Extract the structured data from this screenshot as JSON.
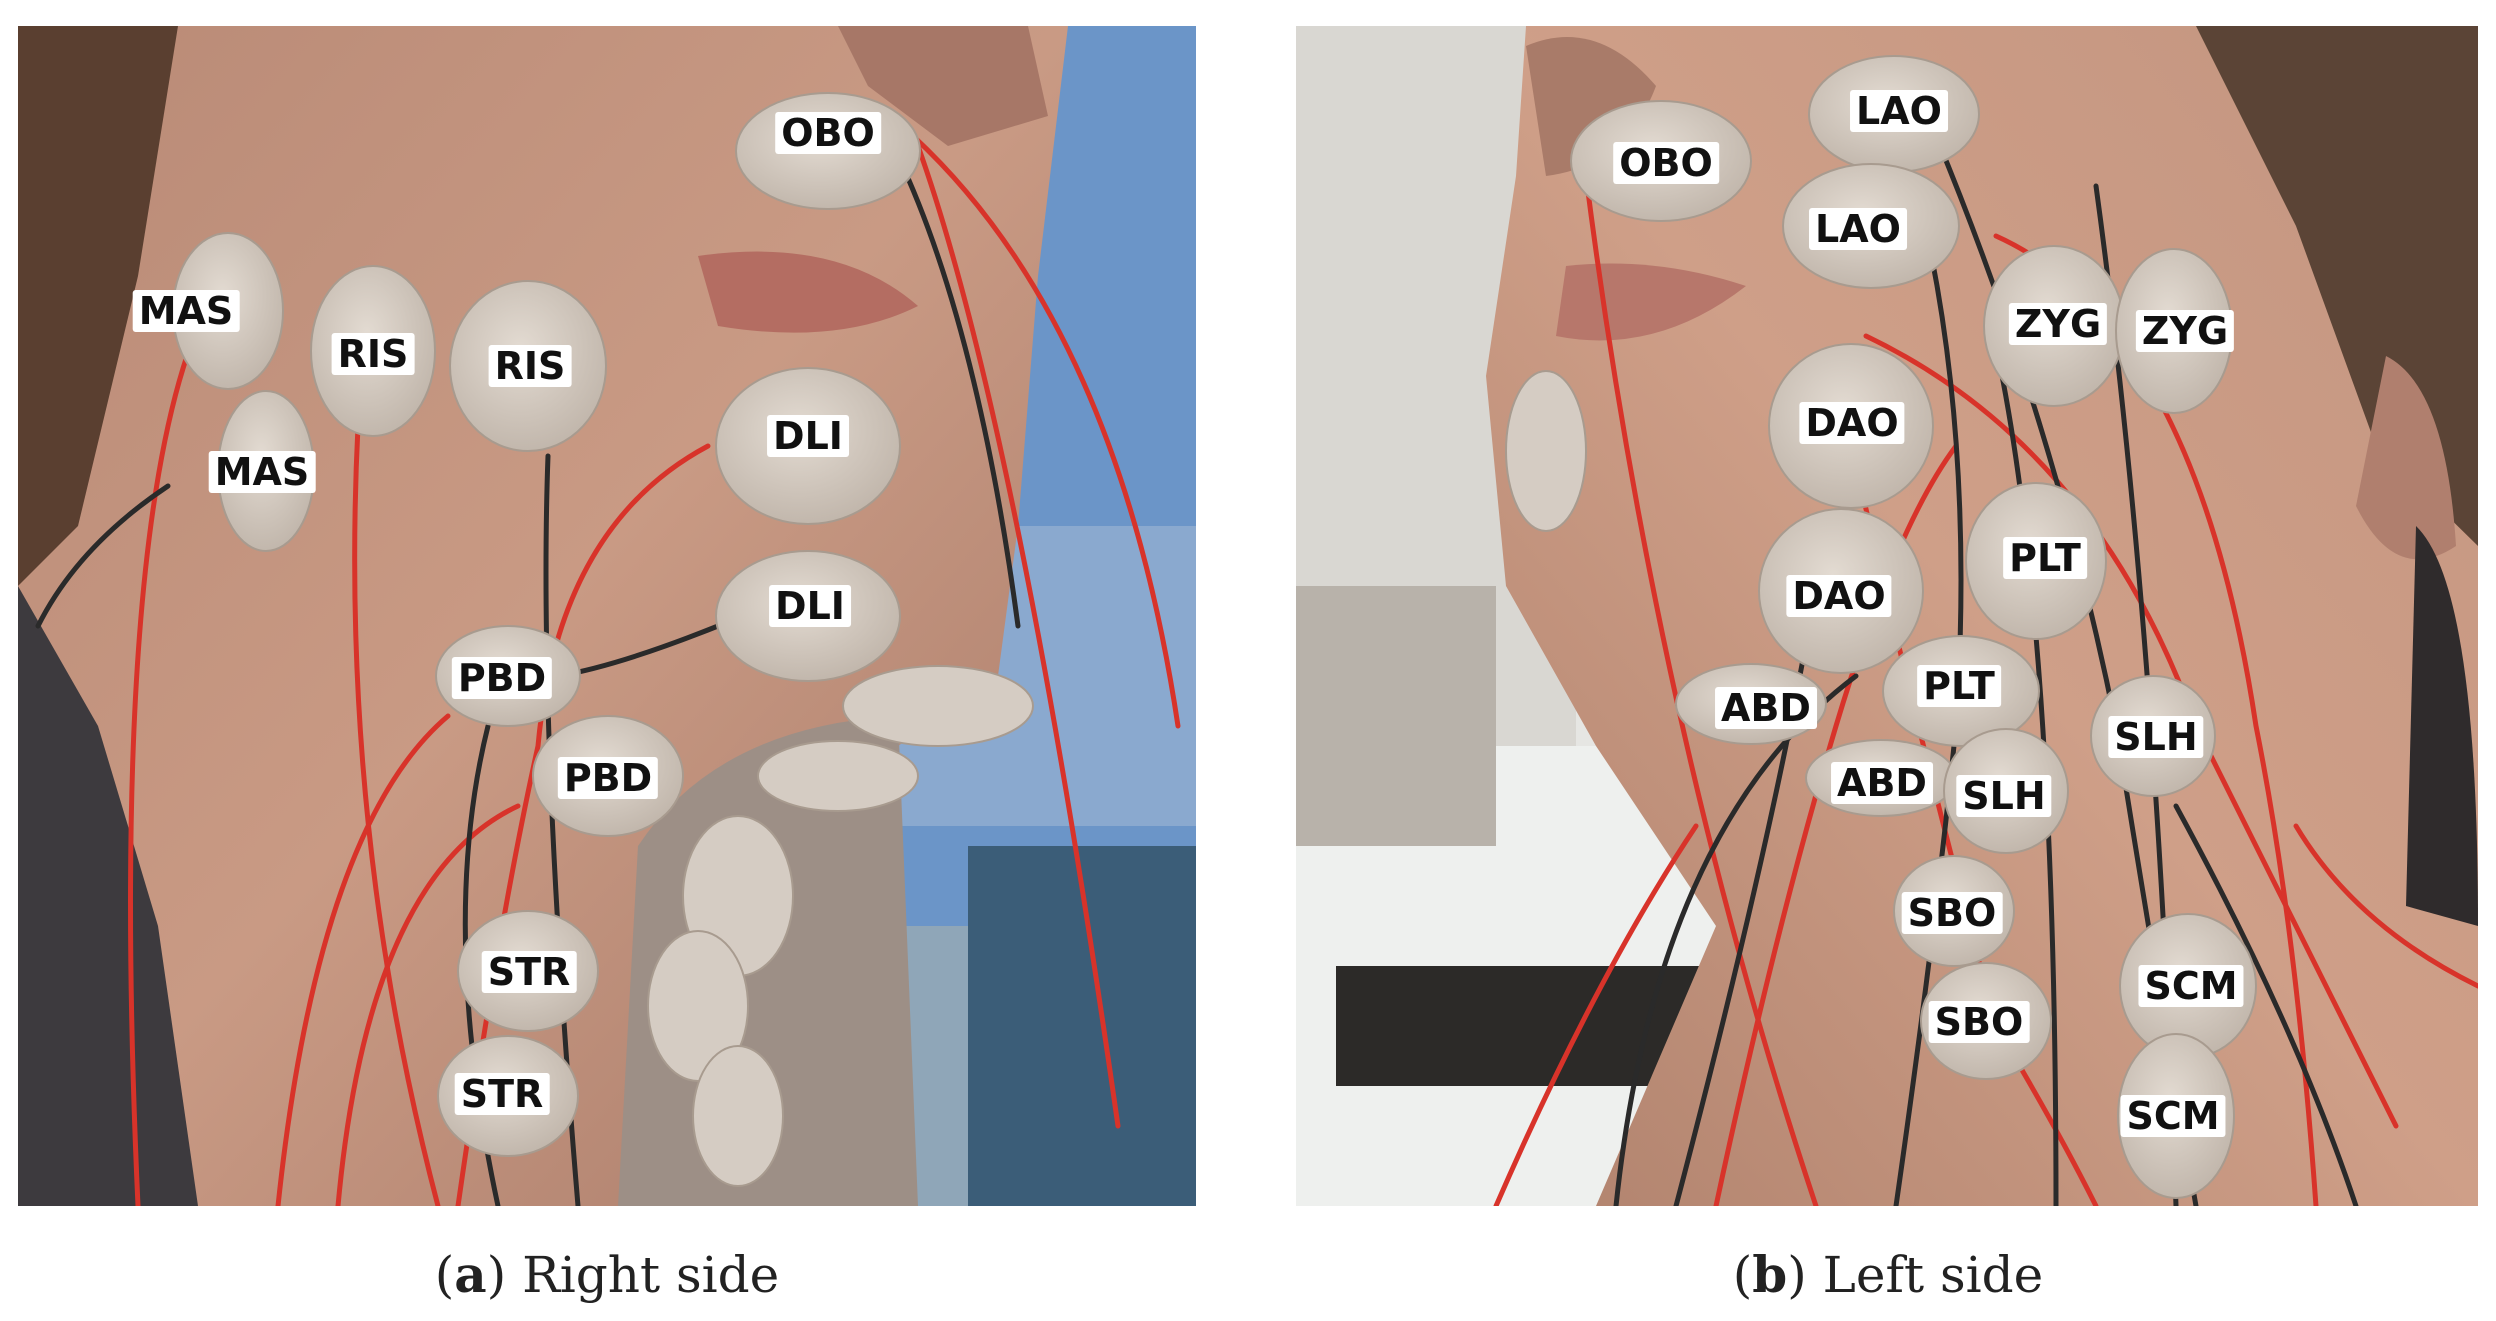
{
  "panels": [
    {
      "caption_tag": "a",
      "caption_text": "Right side",
      "labels": [
        "OBO",
        "MAS",
        "RIS",
        "RIS",
        "MAS",
        "DLI",
        "DLI",
        "PBD",
        "PBD",
        "STR",
        "STR"
      ]
    },
    {
      "caption_tag": "b",
      "caption_text": "Left side",
      "labels": [
        "LAO",
        "OBO",
        "LAO",
        "ZYG",
        "ZYG",
        "DAO",
        "PLT",
        "DAO",
        "PLT",
        "ABD",
        "SLH",
        "ABD",
        "SLH",
        "SBO",
        "SCM",
        "SBO",
        "SCM"
      ]
    }
  ],
  "colors": {
    "skin": "#c79680",
    "electrode": "#d8cfc6",
    "red_wire": "#d8332a",
    "black_wire": "#2a2a2a",
    "background_blue": "#6b95c8"
  }
}
